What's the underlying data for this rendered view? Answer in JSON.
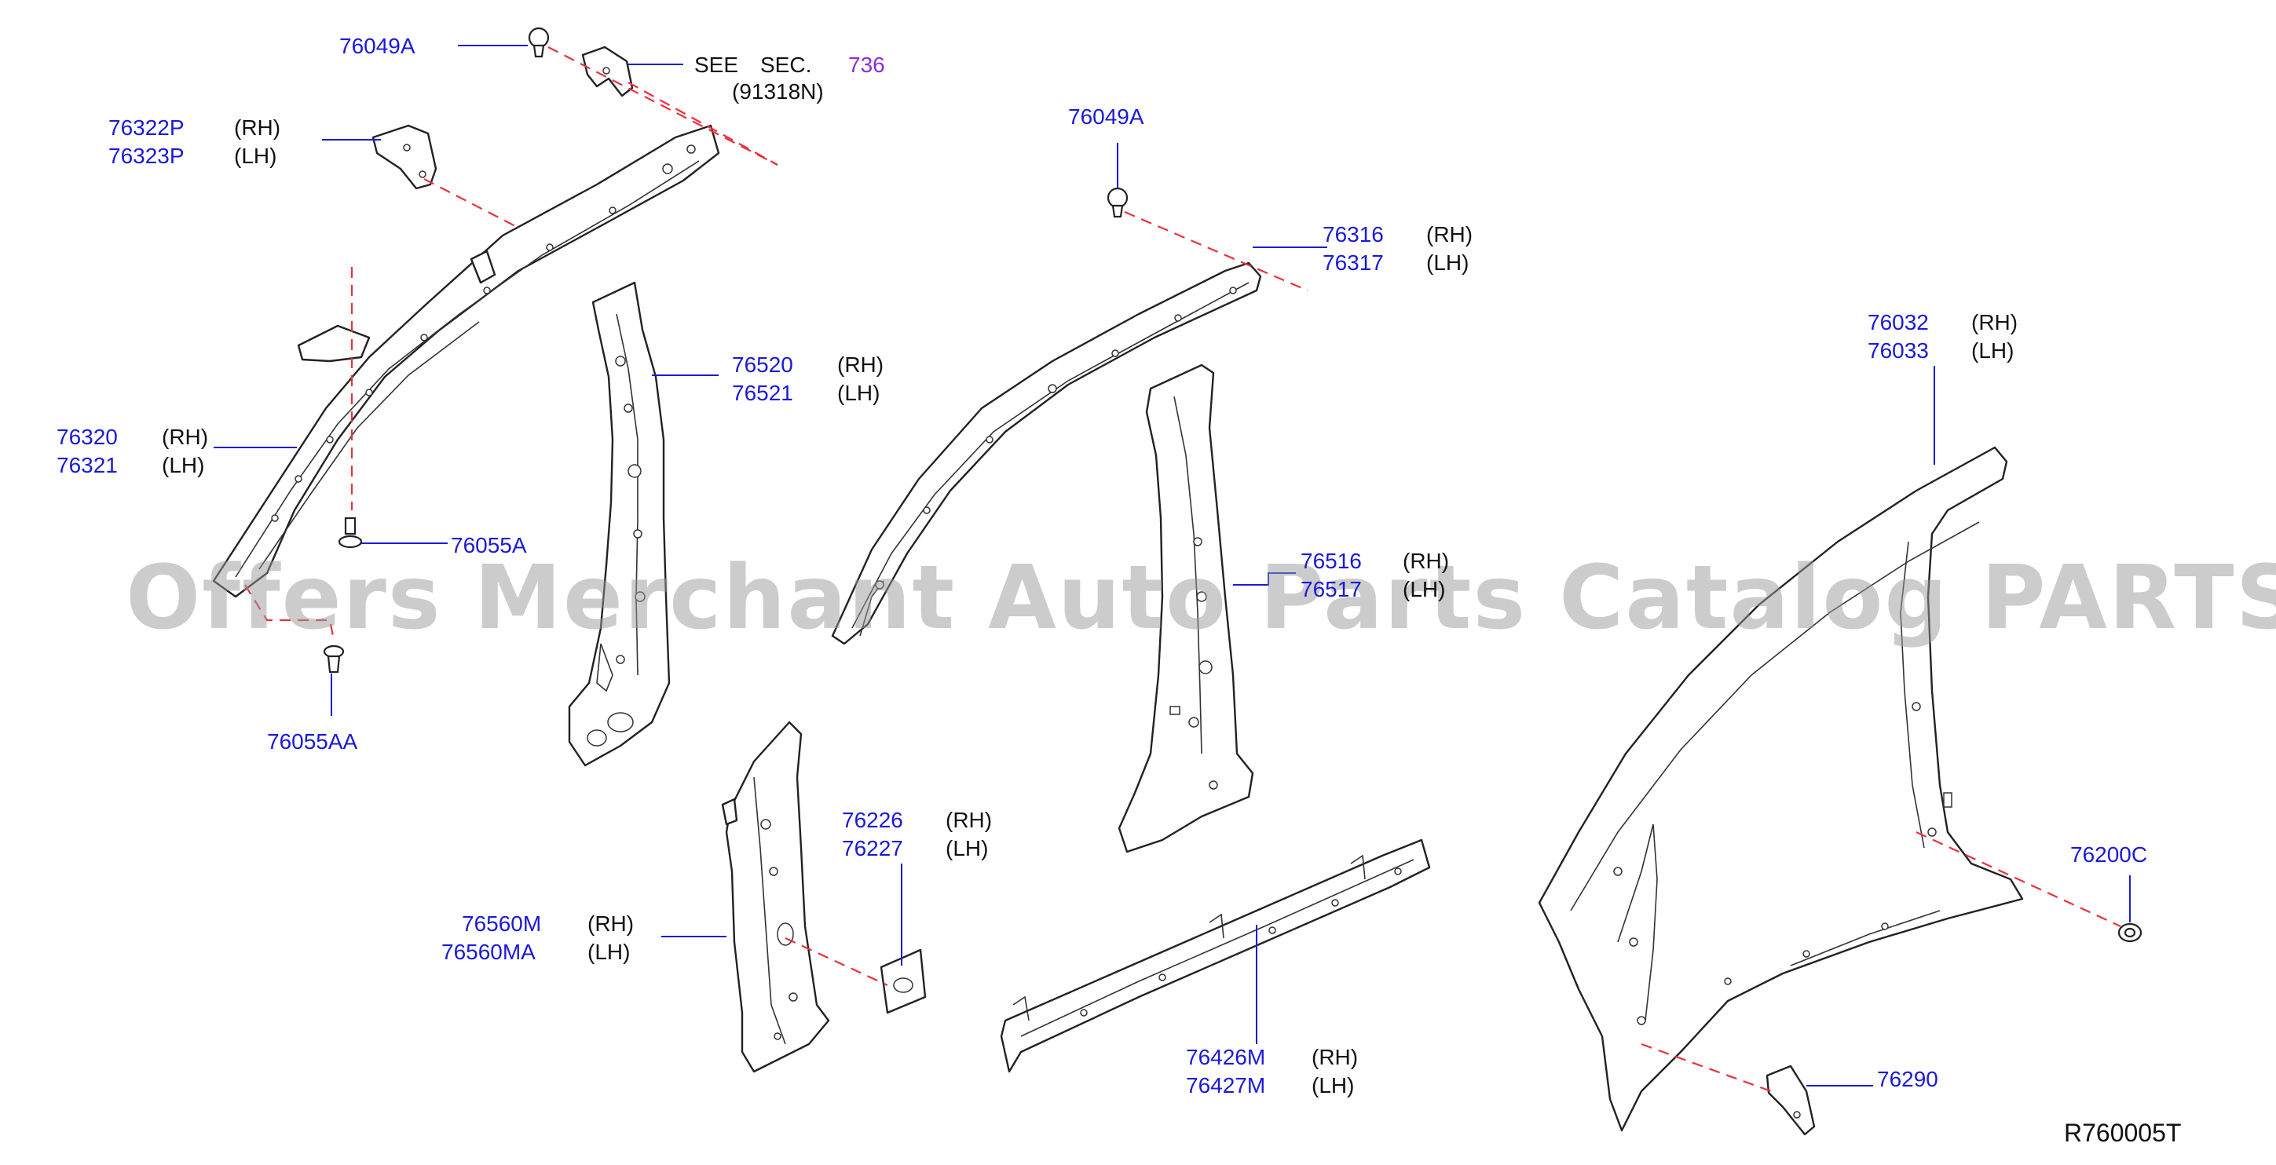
{
  "diagram": {
    "watermark": "Offers Merchant Auto Parts Catalog PARTSTORE.SA",
    "reference_code": "R760005T",
    "see_section": {
      "see": "SEE",
      "sec": "SEC.",
      "number": "736",
      "sub": "(91318N)"
    },
    "callouts": {
      "c76049a_top": {
        "number": "76049A"
      },
      "c76322p": {
        "number": "76322P",
        "side": "(RH)"
      },
      "c76323p": {
        "number": "76323P",
        "side": "(LH)"
      },
      "c76320": {
        "number": "76320",
        "side": "(RH)"
      },
      "c76321": {
        "number": "76321",
        "side": "(LH)"
      },
      "c76055a": {
        "number": "76055A"
      },
      "c76055aa": {
        "number": "76055AA"
      },
      "c76520": {
        "number": "76520",
        "side": "(RH)"
      },
      "c76521": {
        "number": "76521",
        "side": "(LH)"
      },
      "c76049a_mid": {
        "number": "76049A"
      },
      "c76316": {
        "number": "76316",
        "side": "(RH)"
      },
      "c76317": {
        "number": "76317",
        "side": "(LH)"
      },
      "c76516": {
        "number": "76516",
        "side": "(RH)"
      },
      "c76517": {
        "number": "76517",
        "side": "(LH)"
      },
      "c76226": {
        "number": "76226",
        "side": "(RH)"
      },
      "c76227": {
        "number": "76227",
        "side": "(LH)"
      },
      "c76560m": {
        "number": "76560M",
        "side": "(RH)"
      },
      "c76560ma": {
        "number": "76560MA",
        "side": "(LH)"
      },
      "c76426m": {
        "number": "76426M",
        "side": "(RH)"
      },
      "c76427m": {
        "number": "76427M",
        "side": "(LH)"
      },
      "c76032": {
        "number": "76032",
        "side": "(RH)"
      },
      "c76033": {
        "number": "76033",
        "side": "(LH)"
      },
      "c76200c": {
        "number": "76200C"
      },
      "c76290": {
        "number": "76290"
      }
    }
  }
}
